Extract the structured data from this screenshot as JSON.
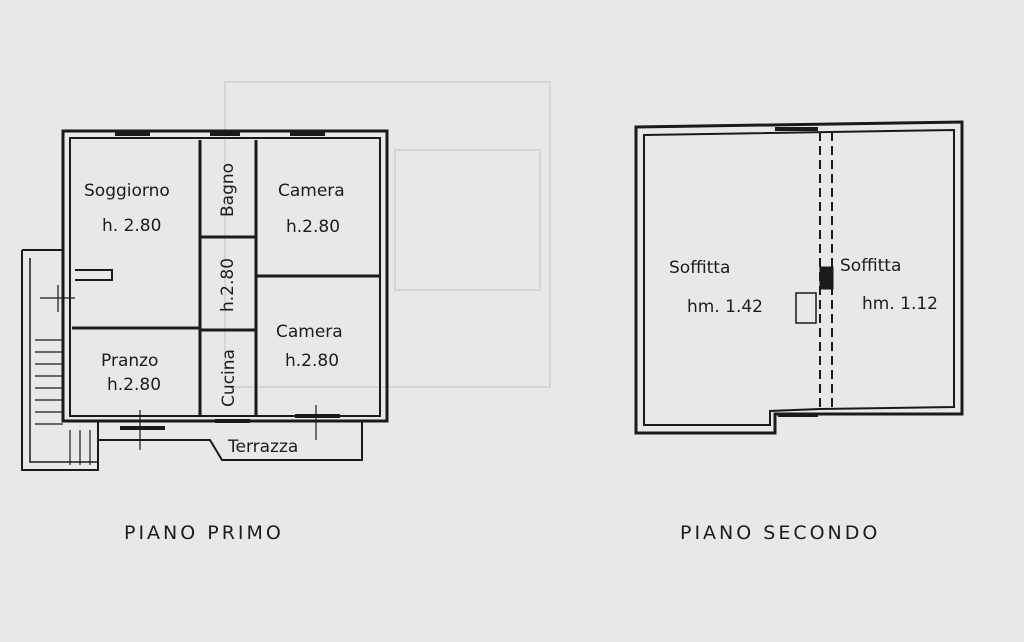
{
  "piano_primo": {
    "title": "PIANO PRIMO",
    "rooms": [
      {
        "name": "Soggiorno",
        "height": "h. 2.80"
      },
      {
        "name": "Bagno",
        "height": "h.2.80"
      },
      {
        "name": "Camera",
        "height": "h.2.80"
      },
      {
        "name": "Camera",
        "height": "h.2.80"
      },
      {
        "name": "Pranzo",
        "height": "h.2.80"
      },
      {
        "name": "Cucina"
      },
      {
        "name": "Terrazza"
      }
    ]
  },
  "piano_secondo": {
    "title": "PIANO SECONDO",
    "rooms": [
      {
        "name": "Soffitta",
        "height": "hm. 1.42"
      },
      {
        "name": "Soffitta",
        "height": "hm. 1.12"
      }
    ]
  }
}
